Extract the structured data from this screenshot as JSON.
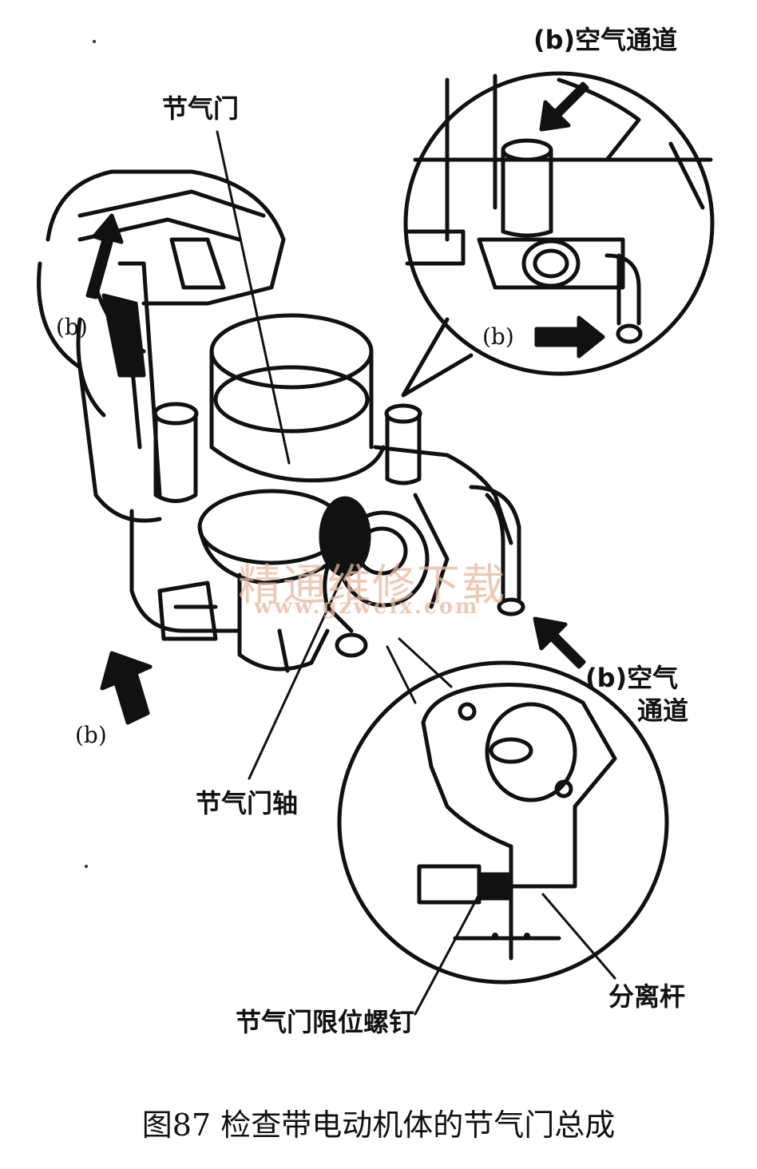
{
  "labels": {
    "throttle_valve": "节气门",
    "air_passage_top": "(b)空气通道",
    "b_left": "(b)",
    "b_inset": "(b)",
    "air_passage_right_line1": "(b)空气",
    "air_passage_right_line2": "通道",
    "b_bottom_left": "(b)",
    "throttle_shaft": "节气门轴",
    "separator_lever": "分离杆",
    "throttle_stop_screw": "节气门限位螺钉"
  },
  "watermark": {
    "title": "精通维修下载",
    "url": "www.gzweix.com"
  },
  "caption": "图87  检查带电动机体的节气门总成",
  "colors": {
    "ink": "#111111",
    "watermark": "#e8b9a0"
  }
}
